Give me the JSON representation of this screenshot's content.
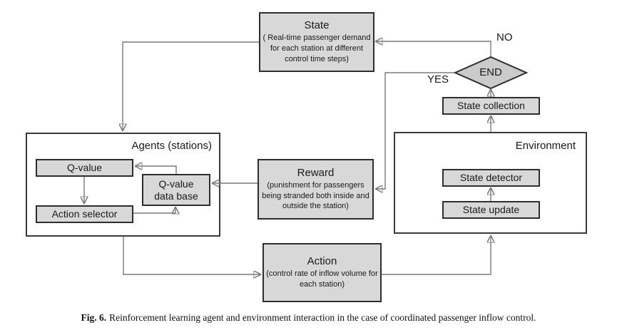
{
  "diagram": {
    "state": {
      "title": "State",
      "desc": "( Real-time passenger demand for each station at different control time steps)"
    },
    "agents": {
      "label": "Agents (stations)",
      "q_value": "Q-value",
      "q_value_db": "Q-value data base",
      "action_selector": "Action selector"
    },
    "reward": {
      "title": "Reward",
      "desc": "(punishment for passengers being stranded both inside and outside the station)"
    },
    "action": {
      "title": "Action",
      "desc": "(control rate of inflow volume for each station)"
    },
    "environment": {
      "label": "Environment",
      "state_detector": "State detector",
      "state_update": "State update"
    },
    "state_collection": "State collection",
    "end_label": "END",
    "no_label": "NO",
    "yes_label": "YES",
    "colors": {
      "box_fill": "#d8d8d8",
      "diamond_fill": "#cbcbcb",
      "box_border": "#2e2e2e",
      "line": "#7a7a7a",
      "arrowhead": "#1c1c1c"
    }
  },
  "caption": {
    "label": "Fig. 6.",
    "text": "Reinforcement learning agent and environment interaction in the case of coordinated passenger inflow control."
  }
}
